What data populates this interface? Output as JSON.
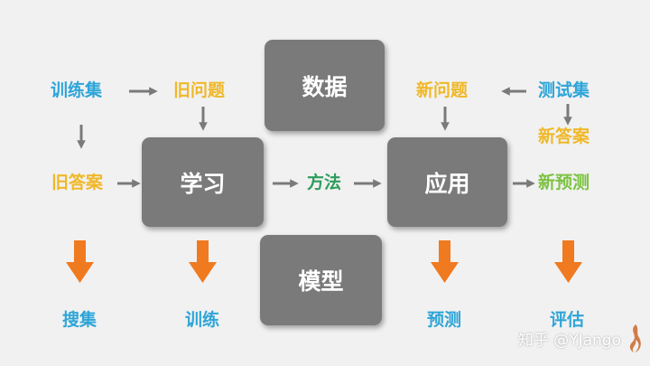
{
  "boxes": {
    "data": "数据",
    "learn": "学习",
    "apply": "应用",
    "model": "模型"
  },
  "labels": {
    "train_set": "训练集",
    "old_question": "旧问题",
    "old_answer": "旧答案",
    "method": "方法",
    "new_question": "新问题",
    "test_set": "测试集",
    "new_answer": "新答案",
    "new_prediction": "新预测"
  },
  "bottom": {
    "collect": "搜集",
    "train": "训练",
    "predict": "预测",
    "evaluate": "评估"
  },
  "watermark": "知乎 @YJango",
  "colors": {
    "background": "#f1f1f1",
    "box": "#7a7a7a",
    "blue": "#2ea5d8",
    "yellow": "#f0b828",
    "green": "#2e9c5c",
    "lime": "#7cc242",
    "gray_arrow": "#7a7a7a",
    "orange_arrow": "#f07a20"
  }
}
